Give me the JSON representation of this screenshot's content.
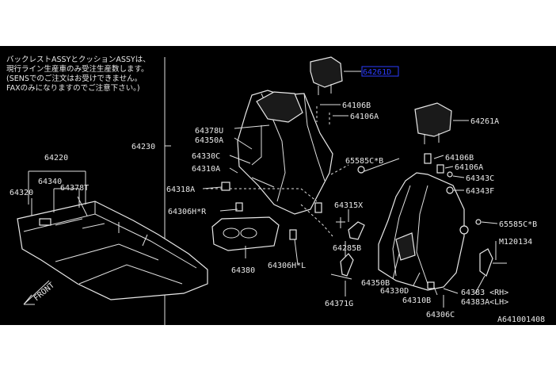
{
  "note": {
    "lines": [
      "バックレストASSYとクッションASSYは、",
      "現行ライン生産車のみ受注生産数します。",
      "(SENSでのご注文はお受けできません。",
      " FAXのみになりますのでご注意下さい。)"
    ]
  },
  "parts": {
    "p64261D": "64261D",
    "p64261A": "64261A",
    "p64106B_1": "64106B",
    "p64106A_1": "64106A",
    "p64378U": "64378U",
    "p64350A": "64350A",
    "p64230": "64230",
    "p64330C": "64330C",
    "p64310A": "64310A",
    "p64318A": "64318A",
    "p64306HR": "64306H*R",
    "p65585CB_1": "65585C*B",
    "p64106B_2": "64106B",
    "p64106A_2": "64106A",
    "p64343C": "64343C",
    "p64343F": "64343F",
    "p65585CB_2": "65585C*B",
    "pM120134": "M120134",
    "p64315X": "64315X",
    "p64285B": "64285B",
    "p64380": "64380",
    "p64306HL": "64306H*L",
    "p64371G": "64371G",
    "p64350B": "64350B",
    "p64330D": "64330D",
    "p64310B": "64310B",
    "p64306C": "64306C",
    "p64383RH": "64383 <RH>",
    "p64383ALH": "64383A<LH>",
    "p64220": "64220",
    "p64340": "64340",
    "p64320": "64320",
    "p64378T": "64378T"
  },
  "front_label": "FRONT",
  "diagram_code": "A641001408",
  "colors": {
    "background": "#000000",
    "line": "#e0e0e0",
    "highlight": "#2b3cff"
  }
}
